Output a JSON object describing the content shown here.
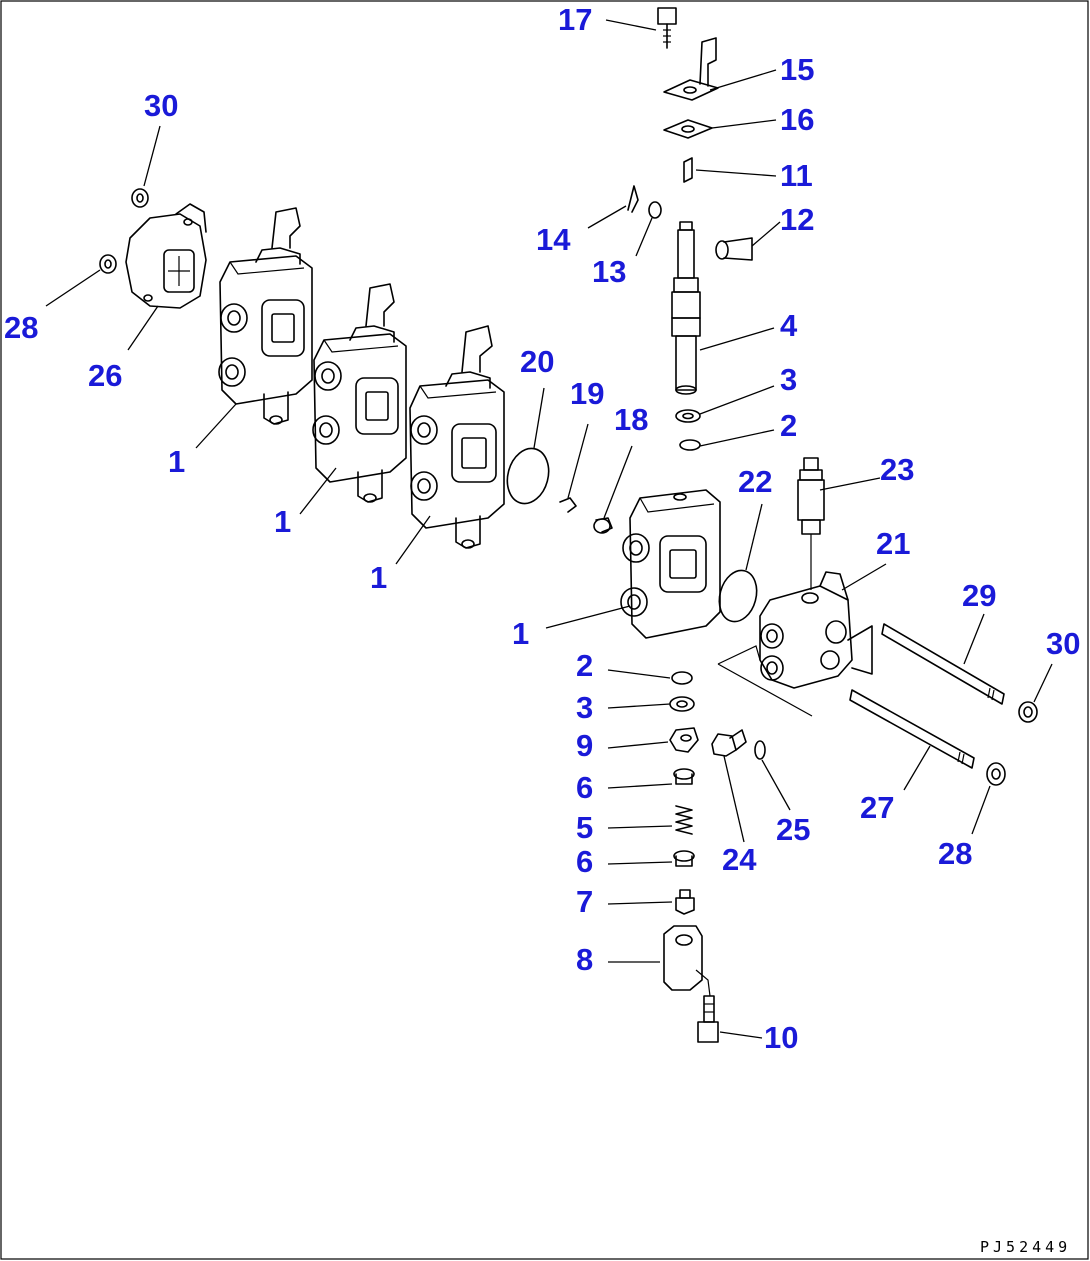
{
  "diagram": {
    "code": "PJ52449",
    "callouts": [
      {
        "label": "17"
      },
      {
        "label": "15"
      },
      {
        "label": "16"
      },
      {
        "label": "11"
      },
      {
        "label": "14"
      },
      {
        "label": "13"
      },
      {
        "label": "12"
      },
      {
        "label": "30"
      },
      {
        "label": "28"
      },
      {
        "label": "26"
      },
      {
        "label": "4"
      },
      {
        "label": "3"
      },
      {
        "label": "2"
      },
      {
        "label": "20"
      },
      {
        "label": "19"
      },
      {
        "label": "18"
      },
      {
        "label": "1"
      },
      {
        "label": "1"
      },
      {
        "label": "1"
      },
      {
        "label": "22"
      },
      {
        "label": "23"
      },
      {
        "label": "21"
      },
      {
        "label": "29"
      },
      {
        "label": "30"
      },
      {
        "label": "1"
      },
      {
        "label": "2"
      },
      {
        "label": "3"
      },
      {
        "label": "9"
      },
      {
        "label": "6"
      },
      {
        "label": "5"
      },
      {
        "label": "6"
      },
      {
        "label": "7"
      },
      {
        "label": "8"
      },
      {
        "label": "10"
      },
      {
        "label": "24"
      },
      {
        "label": "25"
      },
      {
        "label": "27"
      },
      {
        "label": "28"
      }
    ]
  }
}
